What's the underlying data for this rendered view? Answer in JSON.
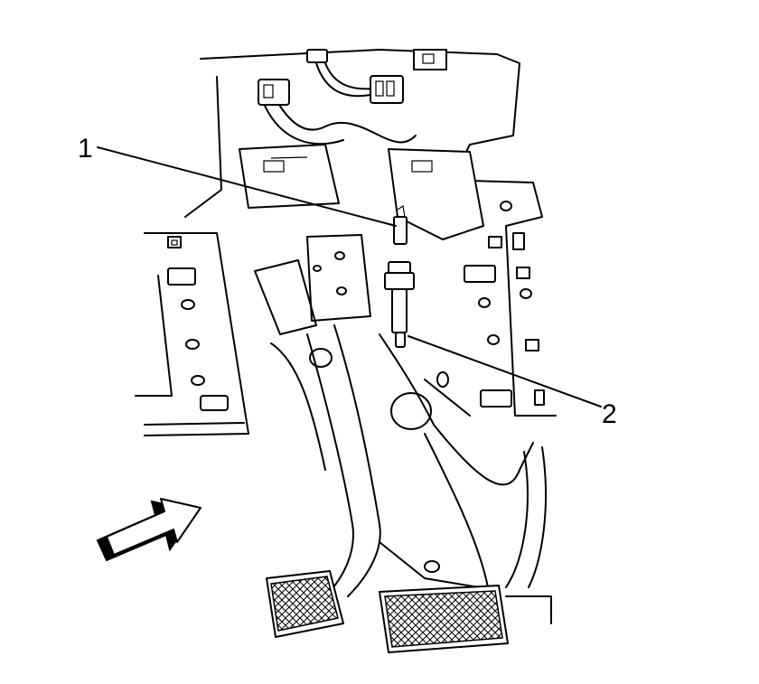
{
  "callouts": [
    {
      "id": "1",
      "label": "1"
    },
    {
      "id": "2",
      "label": "2"
    }
  ],
  "icons": {
    "view_arrow": "view-direction-arrow-icon"
  }
}
